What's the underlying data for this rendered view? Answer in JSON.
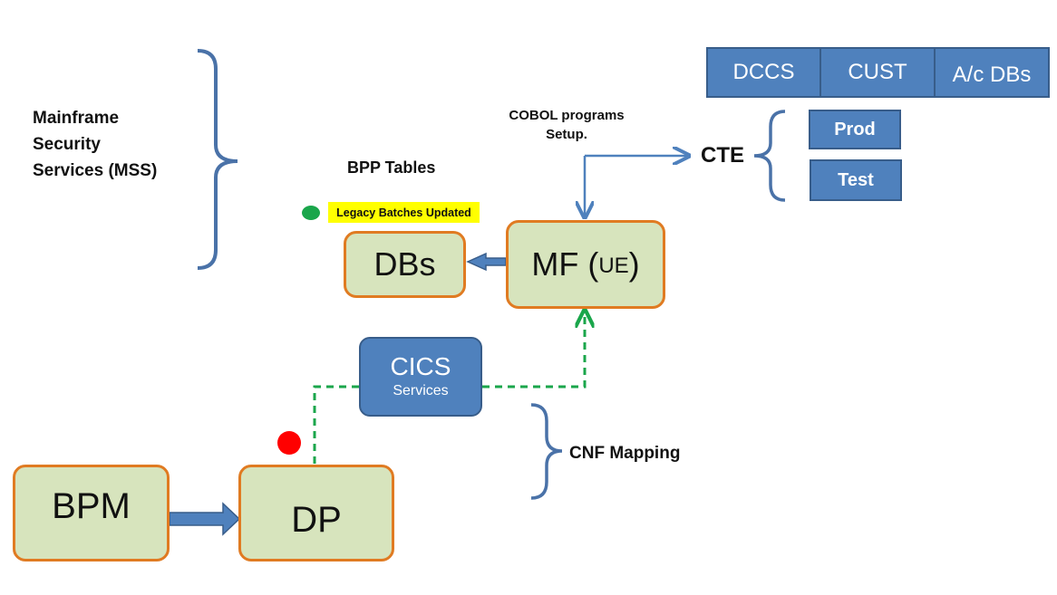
{
  "mss_label": "Mainframe\nSecurity\nServices (MSS)",
  "bpp_tables": "BPP Tables",
  "legacy_batches": "Legacy Batches Updated",
  "cobol_label": "COBOL programs\nSetup.",
  "cte_label": "CTE",
  "cnf_mapping": "CNF Mapping",
  "boxes": {
    "dbs": "DBs",
    "mf_main": "MF (",
    "mf_ue": "UE",
    "mf_close": ")",
    "bpm": "BPM",
    "dp": "DP",
    "cics_title": "CICS",
    "cics_sub": "Services",
    "prod": "Prod",
    "test": "Test"
  },
  "top_bar": [
    "DCCS",
    "CUST",
    "A/c DBs"
  ],
  "colors": {
    "box_fill_green": "#d7e4bd",
    "box_border_orange": "#e07b22",
    "box_fill_blue": "#4f81bd",
    "arrow_blue": "#4f81bd",
    "dashed_green": "#1aa64b",
    "highlight_yellow": "#ffff00",
    "dot_green": "#1aa64b",
    "dot_red": "#ff0000",
    "bracket_blue": "#4a72a8"
  }
}
